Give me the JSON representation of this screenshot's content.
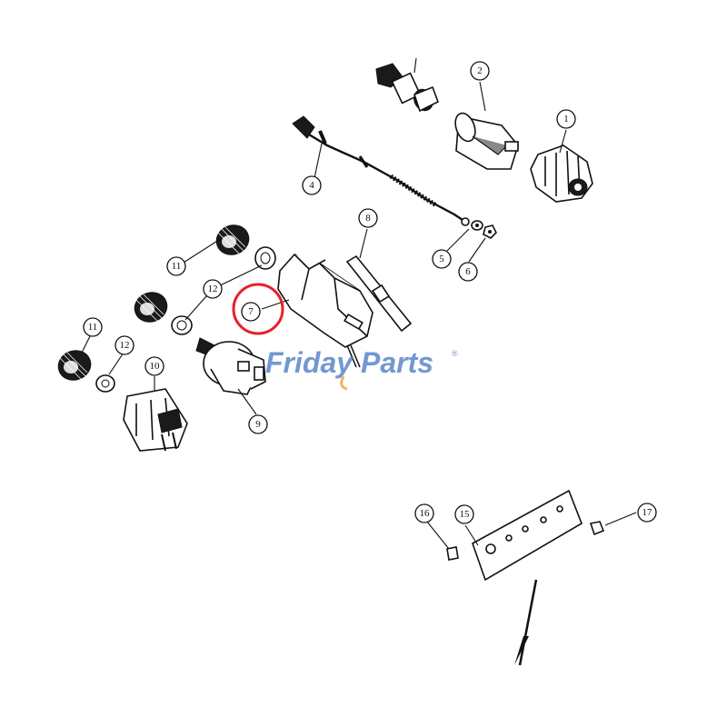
{
  "diagram": {
    "callouts": [
      {
        "id": "c1",
        "label": "1"
      },
      {
        "id": "c2",
        "label": "2"
      },
      {
        "id": "c4",
        "label": "4"
      },
      {
        "id": "c5",
        "label": "5"
      },
      {
        "id": "c6",
        "label": "6"
      },
      {
        "id": "c7",
        "label": "7"
      },
      {
        "id": "c8",
        "label": "8"
      },
      {
        "id": "c9",
        "label": "9"
      },
      {
        "id": "c10",
        "label": "10"
      },
      {
        "id": "c11a",
        "label": "11"
      },
      {
        "id": "c11b",
        "label": "11"
      },
      {
        "id": "c12a",
        "label": "12"
      },
      {
        "id": "c12b",
        "label": "12"
      },
      {
        "id": "c15",
        "label": "15"
      },
      {
        "id": "c16",
        "label": "16"
      },
      {
        "id": "c17",
        "label": "17"
      }
    ],
    "highlight": {
      "target": "7",
      "color": "#e8202a"
    }
  },
  "watermark": {
    "part1": "Friday",
    "part2": "Parts",
    "mark": "®",
    "color_blue": "#5b87c9",
    "color_orange": "#f0a63a"
  }
}
